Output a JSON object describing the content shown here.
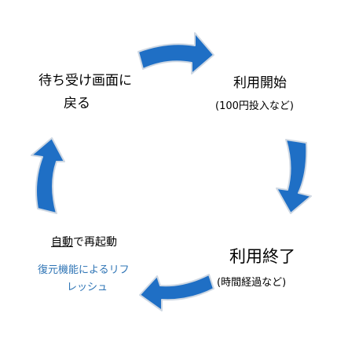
{
  "colors": {
    "arrow_fill": "#1f6fc5",
    "arrow_stroke": "#cfd8e3",
    "text": "#000000",
    "accent_text": "#2e74b5"
  },
  "nodes": {
    "top_right": {
      "title": "利用開始",
      "note": "(100円投入など)"
    },
    "bottom_right": {
      "title": "利用終了",
      "note": "(時間経過など)"
    },
    "bottom_left": {
      "title_underlined": "自動",
      "title_rest_1": "で",
      "title_rest_2": "再起動",
      "note_line1": "復元機能によるリフ",
      "note_line2": "レッシュ"
    },
    "top_left": {
      "line1": "待ち受け画面に",
      "line2": "戻る"
    }
  },
  "arrows": [
    {
      "icon": "right-arrow-icon"
    },
    {
      "icon": "down-arrow-icon"
    },
    {
      "icon": "left-arrow-icon"
    },
    {
      "icon": "up-arrow-icon"
    }
  ]
}
